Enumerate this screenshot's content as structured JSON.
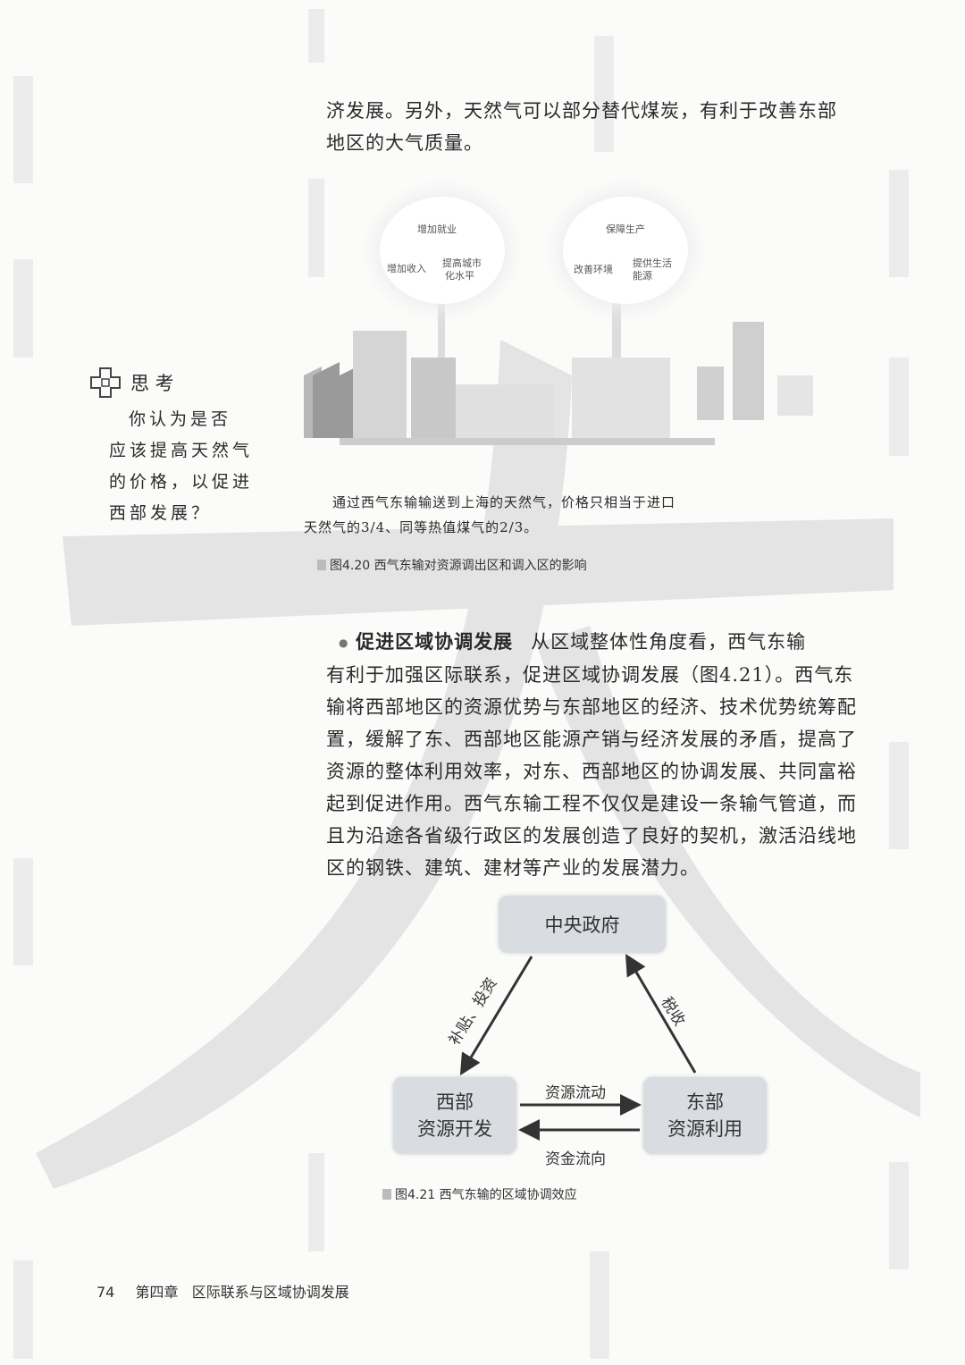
{
  "top_paragraph": {
    "lines": [
      "济发展。另外，天然气可以部分替代煤炭，有利于改善东部",
      "地区的大气质量。"
    ]
  },
  "figure_4_20": {
    "bubble_left": {
      "title": "增加就业",
      "item1": "增加收入",
      "item2_line1": "提高城市",
      "item2_line2": "化水平"
    },
    "bubble_right": {
      "title": "保障生产",
      "item1": "改善环境",
      "item2_line1": "提供生活",
      "item2_line2": "能源"
    },
    "note_lines": [
      "通过西气东输输送到上海的天然气，价格只相当于进口",
      "天然气的3/4、同等热值煤气的2/3。"
    ],
    "caption": "图4.20  西气东输对资源调出区和调入区的影响"
  },
  "think_box": {
    "title": "思 考",
    "lines": [
      "你认为是否",
      "应该提高天然气",
      "的价格，以促进",
      "西部发展？"
    ]
  },
  "section": {
    "heading": "促进区域协调发展",
    "lines": [
      "从区域整体性角度看，西气东输",
      "有利于加强区际联系，促进区域协调发展（图4.21）。西气东",
      "输将西部地区的资源优势与东部地区的经济、技术优势统筹配",
      "置，缓解了东、西部地区能源产销与经济发展的矛盾，提高了",
      "资源的整体利用效率，对东、西部地区的协调发展、共同富裕",
      "起到促进作用。西气东输工程不仅仅是建设一条输气管道，而",
      "且为沿途各省级行政区的发展创造了良好的契机，激活沿线地",
      "区的钢铁、建筑、建材等产业的发展潜力。"
    ]
  },
  "figure_4_21": {
    "top_box": "中央政府",
    "left_box_line1": "西部",
    "left_box_line2": "资源开发",
    "right_box_line1": "东部",
    "right_box_line2": "资源利用",
    "arrow_left_label": "补贴、投资",
    "arrow_right_label": "税收",
    "arrow_east_label": "资源流动",
    "arrow_west_label": "资金流向",
    "caption": "图4.21  西气东输的区域协调效应"
  },
  "footer": {
    "page_number": "74",
    "chapter": "第四章   区际联系与区域协调发展"
  }
}
